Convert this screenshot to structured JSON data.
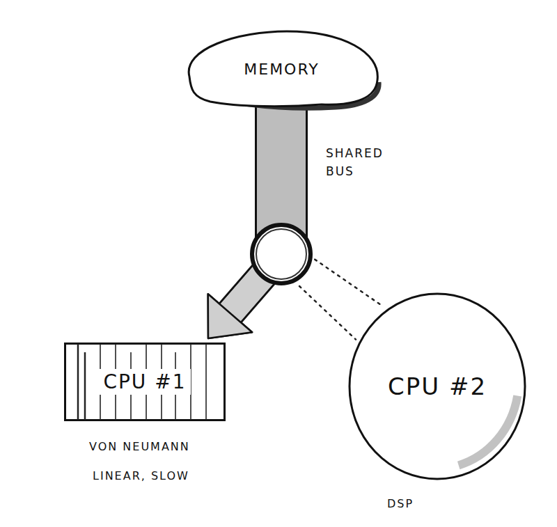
{
  "diagram": {
    "nodes": [
      {
        "text": [
          "MEMORY"
        ]
      },
      {
        "text": [
          "CPU #1"
        ]
      },
      {
        "text": [
          "CPU #2"
        ]
      }
    ],
    "edges": [
      {
        "from": 0,
        "to": 1,
        "arrow": "to",
        "label": "SHARED BUS"
      },
      {
        "from": 0,
        "to": 2,
        "arrow": "none"
      }
    ],
    "labels": [
      "VON NEUMANN",
      "LINEAR, SLOW",
      "DSP"
    ]
  }
}
